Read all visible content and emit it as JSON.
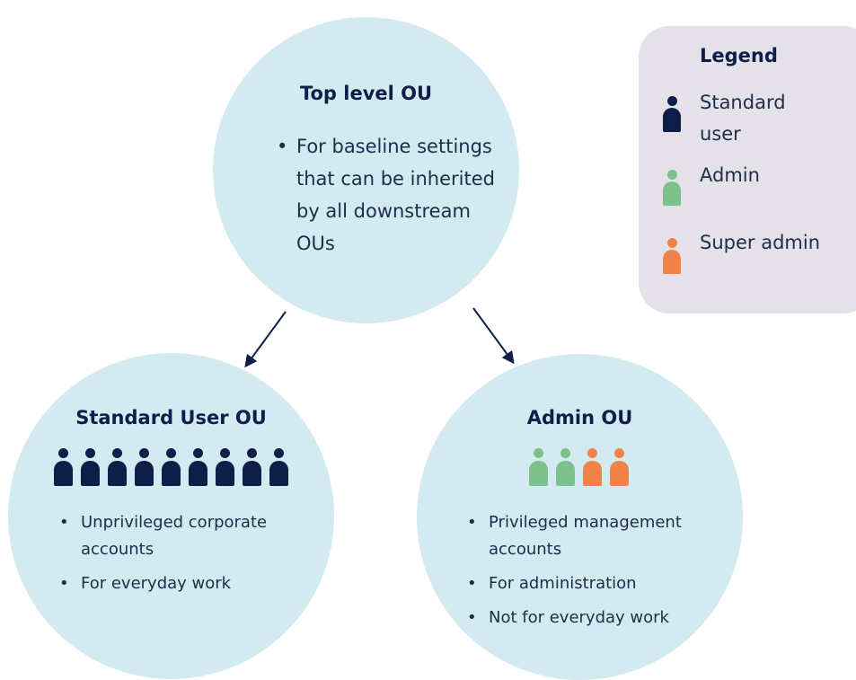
{
  "colors": {
    "circle_fill": "#d3eaf1",
    "standard_user": "#0d1f48",
    "admin": "#7cc18c",
    "super_admin": "#f08347",
    "legend_bg": "#e4e2e8",
    "arrow": "#0d1f48"
  },
  "top_ou": {
    "title": "Top level OU",
    "bullets": [
      "For baseline settings that can be inherited by all downstream OUs"
    ]
  },
  "standard_ou": {
    "title": "Standard User OU",
    "people": [
      "standard_user",
      "standard_user",
      "standard_user",
      "standard_user",
      "standard_user",
      "standard_user",
      "standard_user",
      "standard_user",
      "standard_user"
    ],
    "bullets": [
      "Unprivileged corporate accounts",
      "For everyday work"
    ]
  },
  "admin_ou": {
    "title": "Admin OU",
    "people": [
      "admin",
      "admin",
      "super_admin",
      "super_admin"
    ],
    "bullets": [
      "Privileged management accounts",
      "For administration",
      "Not for everyday work"
    ]
  },
  "legend": {
    "title": "Legend",
    "items": [
      {
        "label": "Standard user",
        "color_key": "standard_user",
        "icon": "person-icon"
      },
      {
        "label": "Admin",
        "color_key": "admin",
        "icon": "person-icon"
      },
      {
        "label": "Super admin",
        "color_key": "super_admin",
        "icon": "person-icon"
      }
    ]
  },
  "bullet_glyph": "•"
}
